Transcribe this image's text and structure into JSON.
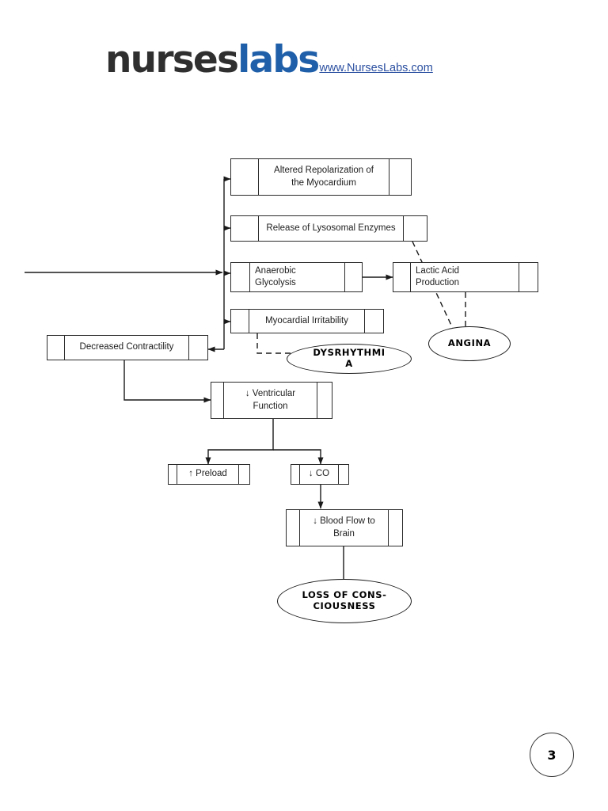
{
  "brand": {
    "word_part_1": "nurses",
    "word_part_2": "labs",
    "url": "www.NursesLabs.com",
    "color_dark": "#2f2f2f",
    "color_accent": "#1f5fa9",
    "link_color": "#2a4fa0"
  },
  "page": {
    "number": "3"
  },
  "diagram": {
    "title": "Myocardial Ischemia Pathophysiology Flowchart",
    "type": "flowchart",
    "line_color": "#2b2b2b",
    "nodes": [
      {
        "id": "altered-repolarization",
        "shape": "box",
        "label": "Altered Repolarization of the Myocardium",
        "line1": "Altered Repolarization of",
        "line2": "the Myocardium",
        "align": "center"
      },
      {
        "id": "lysosomal-enzymes",
        "shape": "box",
        "label": "Release of Lysosomal Enzymes",
        "line1": "Release of Lysosomal Enzymes",
        "line2": "",
        "align": "center"
      },
      {
        "id": "anaerobic-glycolysis",
        "shape": "box",
        "label": "Anaerobic Glycolysis",
        "line1": "Anaerobic",
        "line2": "Glycolysis",
        "align": "left"
      },
      {
        "id": "lactic-acid-production",
        "shape": "box",
        "label": "Lactic Acid Production",
        "line1": "Lactic Acid",
        "line2": "Production",
        "align": "left"
      },
      {
        "id": "myocardial-irritability",
        "shape": "box",
        "label": "Myocardial Irritability",
        "line1": "Myocardial Irritability",
        "line2": "",
        "align": "center"
      },
      {
        "id": "decreased-contractility",
        "shape": "box",
        "label": "Decreased Contractility",
        "line1": "Decreased Contractility",
        "line2": "",
        "align": "center"
      },
      {
        "id": "ventricular-function",
        "shape": "box",
        "label": "↓ Ventricular Function",
        "line1": "↓ Ventricular",
        "line2": "Function",
        "align": "center"
      },
      {
        "id": "preload",
        "shape": "box",
        "label": "↑ Preload",
        "line1": "↑ Preload",
        "line2": "",
        "align": "center"
      },
      {
        "id": "cardiac-output",
        "shape": "box",
        "label": "↓ CO",
        "line1": "↓ CO",
        "line2": "",
        "align": "center"
      },
      {
        "id": "blood-flow-brain",
        "shape": "box",
        "label": "↓ Blood Flow to Brain",
        "line1": "↓ Blood Flow to",
        "line2": "Brain",
        "align": "center"
      },
      {
        "id": "dysrhythmia",
        "shape": "ellipse",
        "label": "DYSRHYTHMIA",
        "display_text": "DYSRHYTHMIA"
      },
      {
        "id": "angina",
        "shape": "ellipse",
        "label": "ANGINA",
        "display_text": "ANGINA"
      },
      {
        "id": "loss-of-consciousness",
        "shape": "ellipse",
        "label": "LOSS OF CONSCIOUSNESS",
        "line1": "LOSS OF CONS-",
        "line2": "CIOUSNESS"
      }
    ],
    "edges": [
      {
        "from": "input",
        "to": "distribution-spine",
        "style": "solid"
      },
      {
        "from": "distribution-spine",
        "to": "altered-repolarization",
        "style": "solid"
      },
      {
        "from": "distribution-spine",
        "to": "lysosomal-enzymes",
        "style": "solid"
      },
      {
        "from": "distribution-spine",
        "to": "anaerobic-glycolysis",
        "style": "solid"
      },
      {
        "from": "distribution-spine",
        "to": "myocardial-irritability",
        "style": "solid"
      },
      {
        "from": "distribution-spine",
        "to": "decreased-contractility",
        "style": "solid"
      },
      {
        "from": "anaerobic-glycolysis",
        "to": "lactic-acid-production",
        "style": "solid"
      },
      {
        "from": "lysosomal-enzymes",
        "to": "angina",
        "style": "dashed"
      },
      {
        "from": "lactic-acid-production",
        "to": "angina",
        "style": "dashed"
      },
      {
        "from": "myocardial-irritability",
        "to": "dysrhythmia",
        "style": "dashed"
      },
      {
        "from": "decreased-contractility",
        "to": "ventricular-function",
        "style": "solid"
      },
      {
        "from": "ventricular-function",
        "to": "preload",
        "style": "solid"
      },
      {
        "from": "ventricular-function",
        "to": "cardiac-output",
        "style": "solid"
      },
      {
        "from": "cardiac-output",
        "to": "blood-flow-brain",
        "style": "solid"
      },
      {
        "from": "blood-flow-brain",
        "to": "loss-of-consciousness",
        "style": "solid"
      }
    ]
  }
}
